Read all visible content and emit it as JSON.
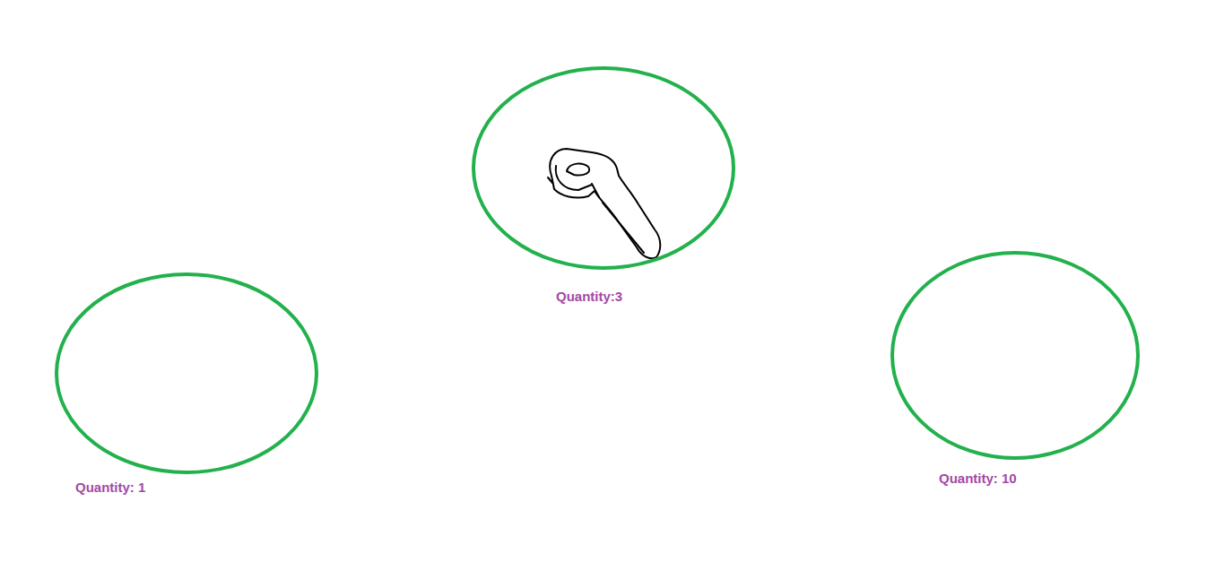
{
  "diagram": {
    "nodes": [
      {
        "text": [
          "Quantity:3"
        ]
      },
      {
        "text": [
          "Quantity: 1"
        ]
      },
      {
        "text": [
          "Quantity: 10"
        ]
      }
    ]
  }
}
